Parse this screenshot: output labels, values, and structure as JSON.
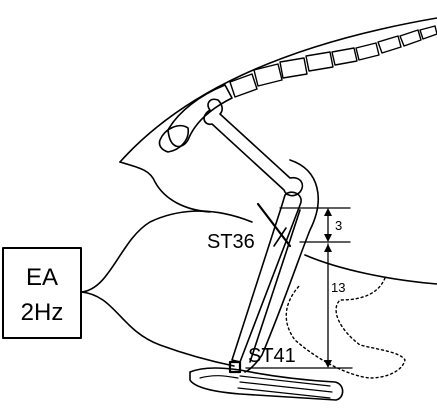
{
  "device": {
    "line1": "EA",
    "line2": "2Hz"
  },
  "acupoints": {
    "upper": "ST36",
    "lower": "ST41"
  },
  "measurements": {
    "short_segment": "3",
    "long_segment": "13"
  }
}
